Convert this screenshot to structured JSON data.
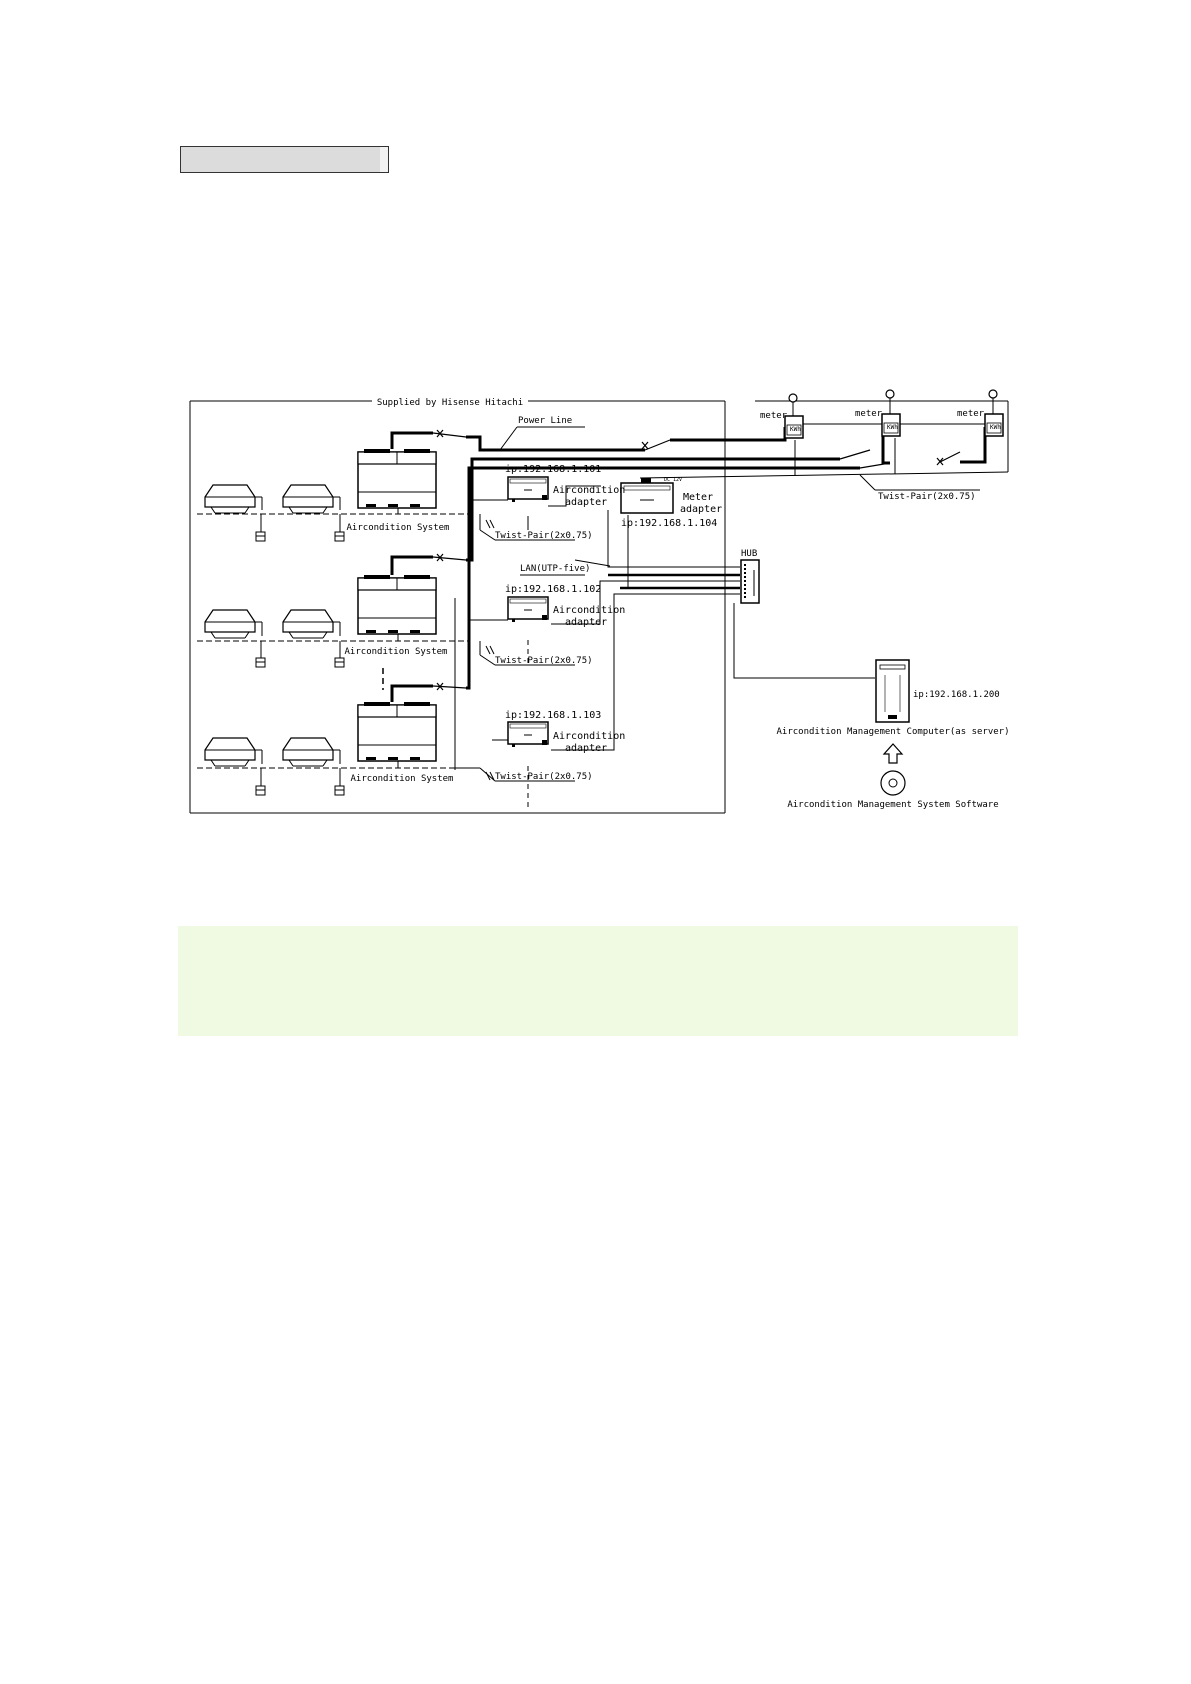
{
  "diagram": {
    "supplied_by": "Supplied by Hisense Hitachi",
    "power_line": "Power Line",
    "aircondition_system": "Aircondition System",
    "aircondition_adapter_l1": "Aircondition",
    "aircondition_adapter_l2": "adapter",
    "meter_adapter_l1": "Meter",
    "meter_adapter_l2": "adapter",
    "meter": "meter",
    "kwh": "KWh",
    "twist_pair": "Twist-Pair(2x0.75)",
    "lan": "LAN(UTP-five)",
    "hub": "HUB",
    "ip_1": "ip:192.168.1.101",
    "ip_2": "ip:192.168.1.102",
    "ip_3": "ip:192.168.1.103",
    "ip_4": "ip:192.168.1.104",
    "ip_server": "ip:192.168.1.200",
    "computer": "Aircondition Management Computer(as server)",
    "software": "Aircondition Management System Software",
    "dc": "DC 12V"
  },
  "colors": {
    "note_bg": "#f0fae2",
    "title_bg": "#dcdcdc"
  }
}
